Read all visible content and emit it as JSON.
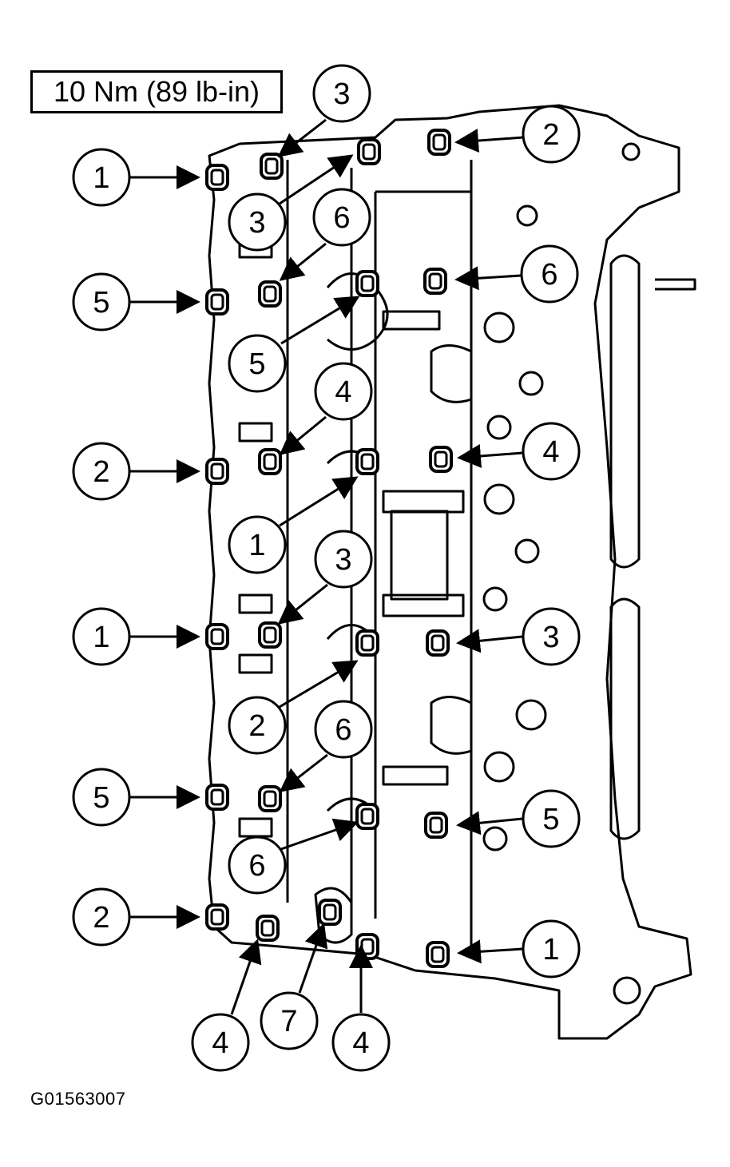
{
  "header": {
    "torque_spec": "10 Nm (89 lb-in)"
  },
  "footer": {
    "figure_id": "G01563007"
  },
  "callouts": [
    {
      "label": "3"
    },
    {
      "label": "2"
    },
    {
      "label": "1"
    },
    {
      "label": "3"
    },
    {
      "label": "6"
    },
    {
      "label": "6"
    },
    {
      "label": "5"
    },
    {
      "label": "5"
    },
    {
      "label": "4"
    },
    {
      "label": "2"
    },
    {
      "label": "4"
    },
    {
      "label": "1"
    },
    {
      "label": "3"
    },
    {
      "label": "1"
    },
    {
      "label": "3"
    },
    {
      "label": "2"
    },
    {
      "label": "6"
    },
    {
      "label": "5"
    },
    {
      "label": "5"
    },
    {
      "label": "6"
    },
    {
      "label": "2"
    },
    {
      "label": "1"
    },
    {
      "label": "4"
    },
    {
      "label": "7"
    },
    {
      "label": "4"
    }
  ]
}
